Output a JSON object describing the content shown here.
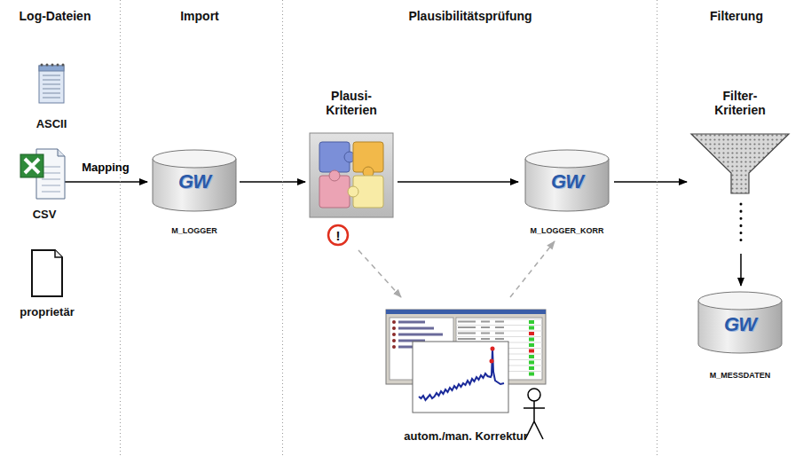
{
  "diagram": {
    "nodes": [
      {
        "text": [
          "ASCII"
        ]
      },
      {
        "text": [
          "CSV"
        ]
      },
      {
        "text": [
          "proprietär"
        ]
      },
      {
        "text": [
          "M_LOGGER"
        ]
      },
      {
        "text": [
          "Plausi- Kriterien"
        ]
      },
      {
        "text": [
          "M_LOGGER_KORR"
        ]
      },
      {
        "text": [
          "autom./man. Korrektur"
        ]
      },
      {
        "text": [
          "Filter- Kriterien"
        ]
      },
      {
        "text": [
          "M_MESSDATEN"
        ]
      }
    ],
    "edges": [
      {
        "from": 1,
        "to": 3,
        "label": "Mapping",
        "arrow": "to"
      },
      {
        "from": 3,
        "to": 4,
        "arrow": "to"
      },
      {
        "from": 4,
        "to": 5,
        "arrow": "to"
      },
      {
        "from": 4,
        "to": 6,
        "arrow": "to"
      },
      {
        "from": 6,
        "to": 5,
        "arrow": "to"
      },
      {
        "from": 5,
        "to": 7,
        "arrow": "to"
      },
      {
        "from": 7,
        "to": 8,
        "arrow": "to"
      }
    ],
    "labels": [
      "Log-Dateien",
      "Import",
      "Plausibilitätsprüfung",
      "Filterung",
      "GW",
      "GW",
      "GW",
      "!"
    ]
  }
}
